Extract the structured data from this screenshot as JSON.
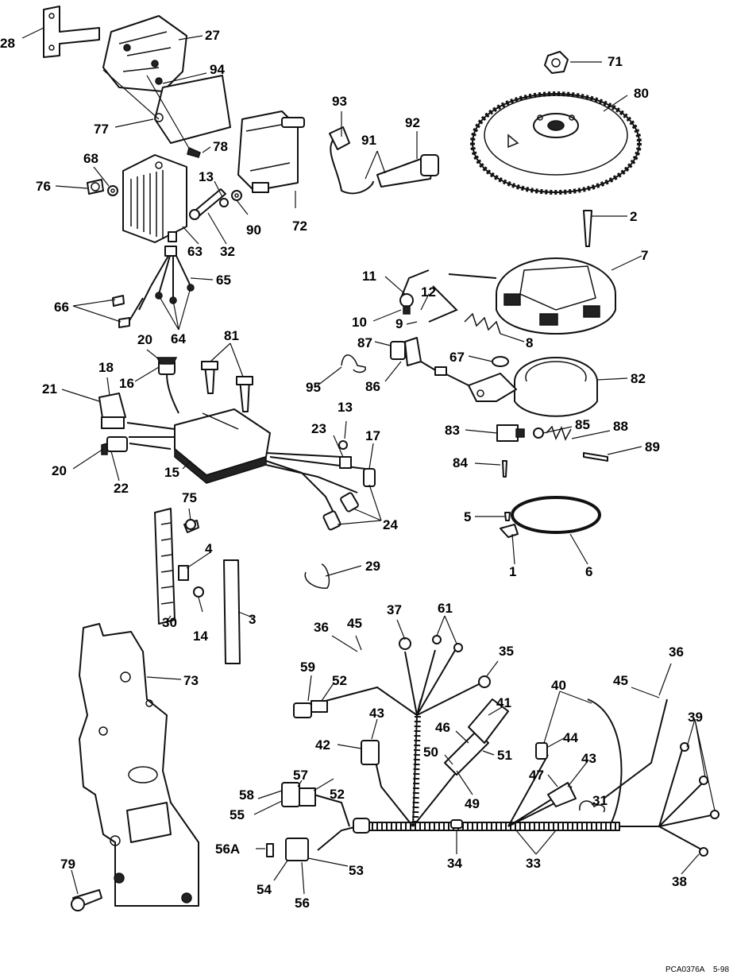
{
  "figure_code": "PCA0376A",
  "figure_page": "5-98",
  "callouts": [
    "28",
    "27",
    "94",
    "77",
    "78",
    "71",
    "80",
    "93",
    "91",
    "92",
    "68",
    "76",
    "13",
    "90",
    "72",
    "63",
    "32",
    "2",
    "7",
    "65",
    "66",
    "64",
    "11",
    "12",
    "10",
    "9",
    "87",
    "8",
    "67",
    "82",
    "20",
    "81",
    "18",
    "16",
    "21",
    "95",
    "86",
    "13",
    "23",
    "17",
    "83",
    "85",
    "88",
    "89",
    "20",
    "22",
    "15",
    "24",
    "84",
    "75",
    "5",
    "4",
    "29",
    "1",
    "6",
    "30",
    "14",
    "3",
    "37",
    "61",
    "36",
    "45",
    "35",
    "36",
    "45",
    "59",
    "52",
    "73",
    "40",
    "41",
    "39",
    "46",
    "44",
    "43",
    "42",
    "50",
    "51",
    "43",
    "47",
    "31",
    "58",
    "57",
    "52",
    "49",
    "55",
    "56A",
    "53",
    "54",
    "56",
    "34",
    "33",
    "38",
    "79"
  ]
}
